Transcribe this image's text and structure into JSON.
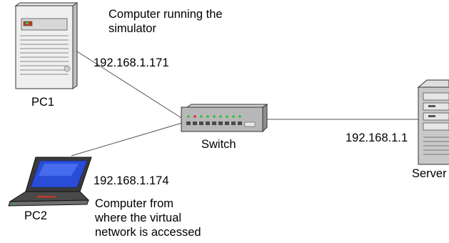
{
  "nodes": {
    "pc1": {
      "name": "PC1",
      "ip": "192.168.1.171",
      "note": "Computer running the\nsimulator"
    },
    "pc2": {
      "name": "PC2",
      "ip": "192.168.1.174",
      "note": "Computer from\nwhere the virtual\nnetwork is accessed"
    },
    "switch": {
      "name": "Switch"
    },
    "server": {
      "name": "Server",
      "ip": "192.168.1.1"
    }
  },
  "colors": {
    "line": "#555555",
    "laptop_screen": "#2a4dd8",
    "switch_led_green": "#2fbf3a",
    "switch_led_red": "#d9263a"
  }
}
